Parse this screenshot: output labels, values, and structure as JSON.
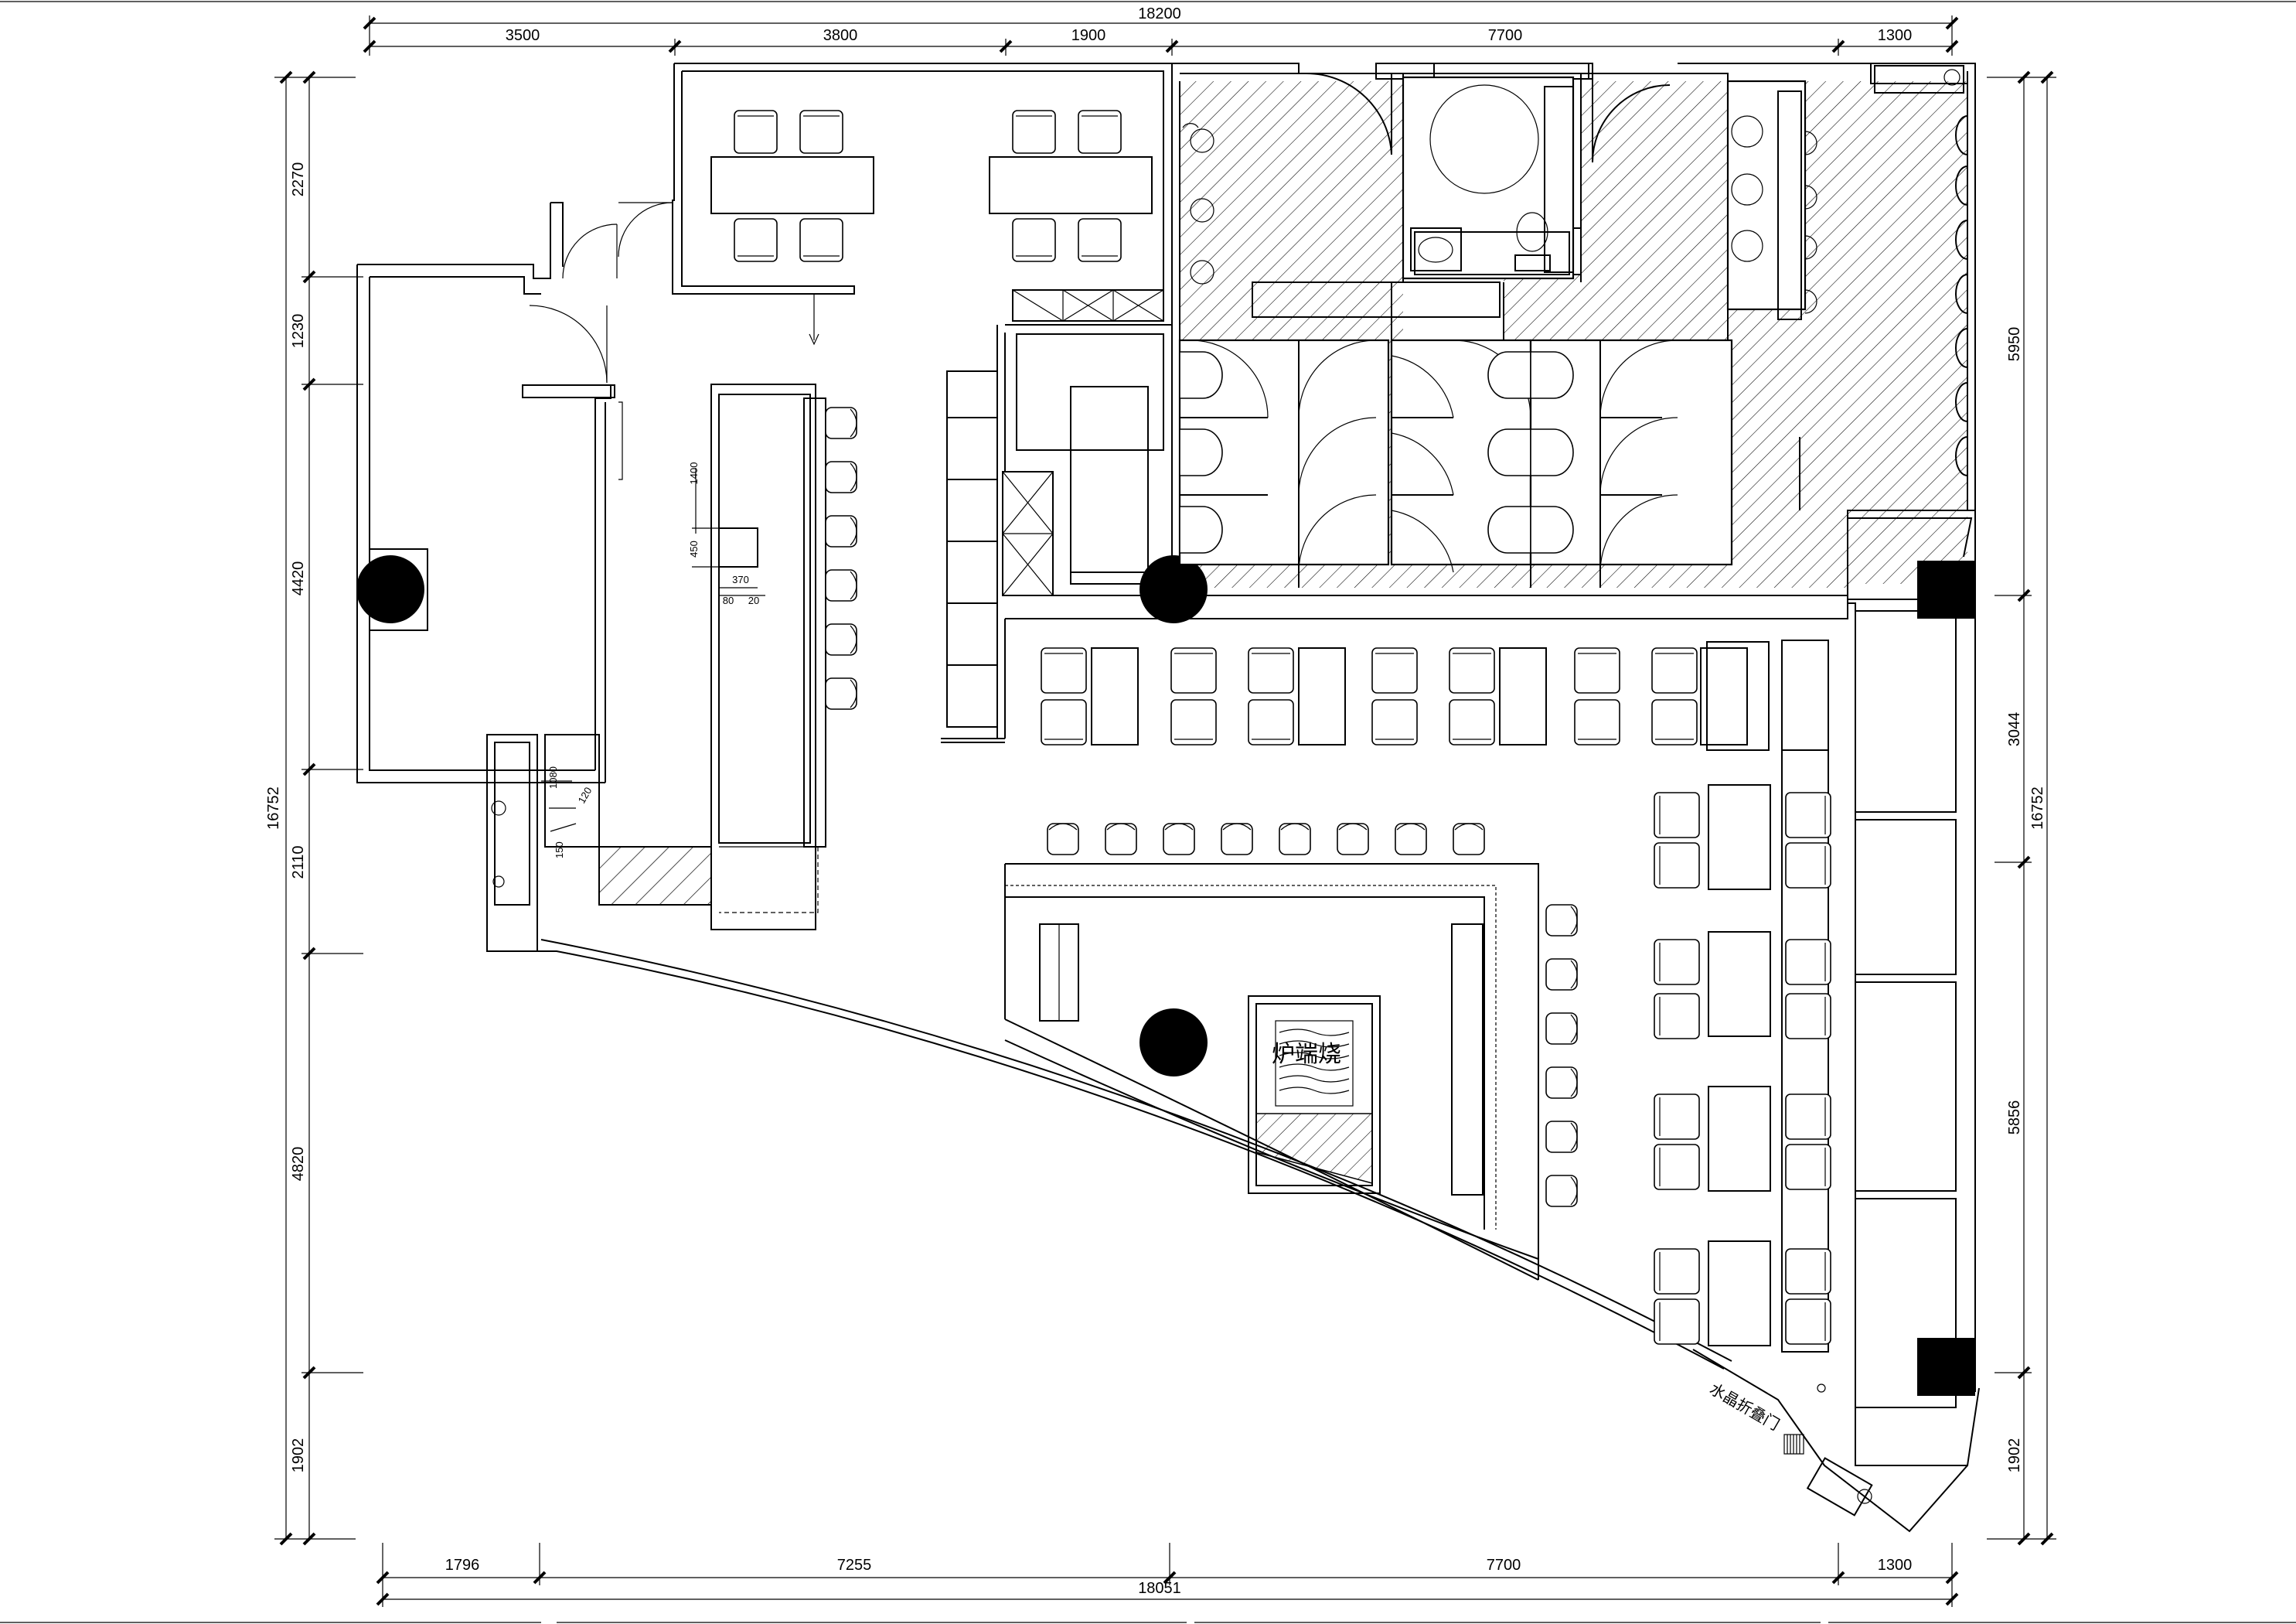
{
  "dimensions": {
    "top_total": "18200",
    "top_segments": [
      "3500",
      "3800",
      "1900",
      "7700",
      "1300"
    ],
    "bottom_total": "18051",
    "bottom_segments": [
      "1796",
      "7255",
      "7700",
      "1300"
    ],
    "left_total": "16752",
    "left_segments": [
      "2270",
      "1230",
      "4420",
      "2110",
      "4820",
      "1902"
    ],
    "right_total": "16752",
    "right_segments": [
      "5950",
      "3044",
      "5856",
      "1902"
    ]
  },
  "labels": {
    "feature_wall": "炉端烧",
    "folding_door": "水晶折叠门",
    "counter_dims": [
      "1400",
      "450",
      "370",
      "80",
      "20",
      "1080",
      "120",
      "150"
    ]
  }
}
